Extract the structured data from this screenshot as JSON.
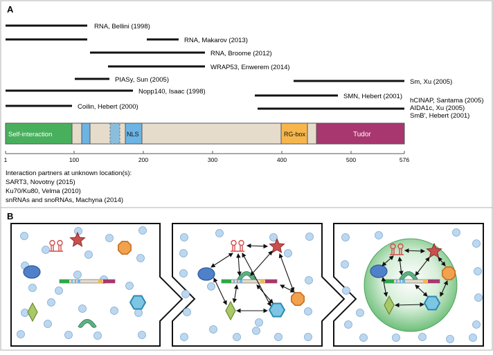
{
  "panel_a": {
    "label": "A",
    "axis_ticks": [
      "1",
      "100",
      "200",
      "300",
      "400",
      "500",
      "576"
    ],
    "domains": [
      {
        "label": "Self-interaction",
        "color": "#2ca84a"
      },
      {
        "label": "NLS",
        "color": "#6cb4e4"
      },
      {
        "label": "RG-box",
        "color": "#f7b64c"
      },
      {
        "label": "Tudor",
        "color": "#a8376f"
      }
    ],
    "interactions": [
      {
        "label": "RNA, Bellini (1998)"
      },
      {
        "label": "RNA, Makarov (2013)"
      },
      {
        "label": "RNA, Broome (2012)"
      },
      {
        "label": "WRAP53, Enwerem (2014)"
      },
      {
        "label": "PIASy, Sun (2005)"
      },
      {
        "label": "Sm, Xu (2005)"
      },
      {
        "label": "Nopp140, Isaac (1998)"
      },
      {
        "label": "SMN, Hebert (2001)"
      },
      {
        "label": "hCINAP, Santama (2005)"
      },
      {
        "label": "Coilin, Hebert (2000)"
      },
      {
        "label": "AIDA1c, Xu (2005)"
      },
      {
        "label": "SmB', Hebert (2001)"
      }
    ],
    "unknown_location": {
      "heading": "Interaction partners at unknown location(s):",
      "items": [
        "SART3, Novotny (2015)",
        "Ku70/Ku80, Velma (2010)",
        "snRNAs and snoRNAs, Machyna (2014)"
      ]
    }
  },
  "panel_b": {
    "label": "B",
    "stages": 3
  },
  "colors": {
    "panel_border": "#b0b0b0",
    "bar": "#111111",
    "protein_body": "#e6dccb",
    "background_dot": "#bcd8f0",
    "background_dot_stroke": "#7fa9d0",
    "oval": "#4f80c8",
    "star": "#c8504e",
    "octagon": "#f2a24e",
    "hexagon": "#7cc6e4",
    "diamond": "#a8c86a",
    "crescent": "#5fb087",
    "rna": "#d44a4a",
    "body_sphere": "#9fd3a3"
  }
}
